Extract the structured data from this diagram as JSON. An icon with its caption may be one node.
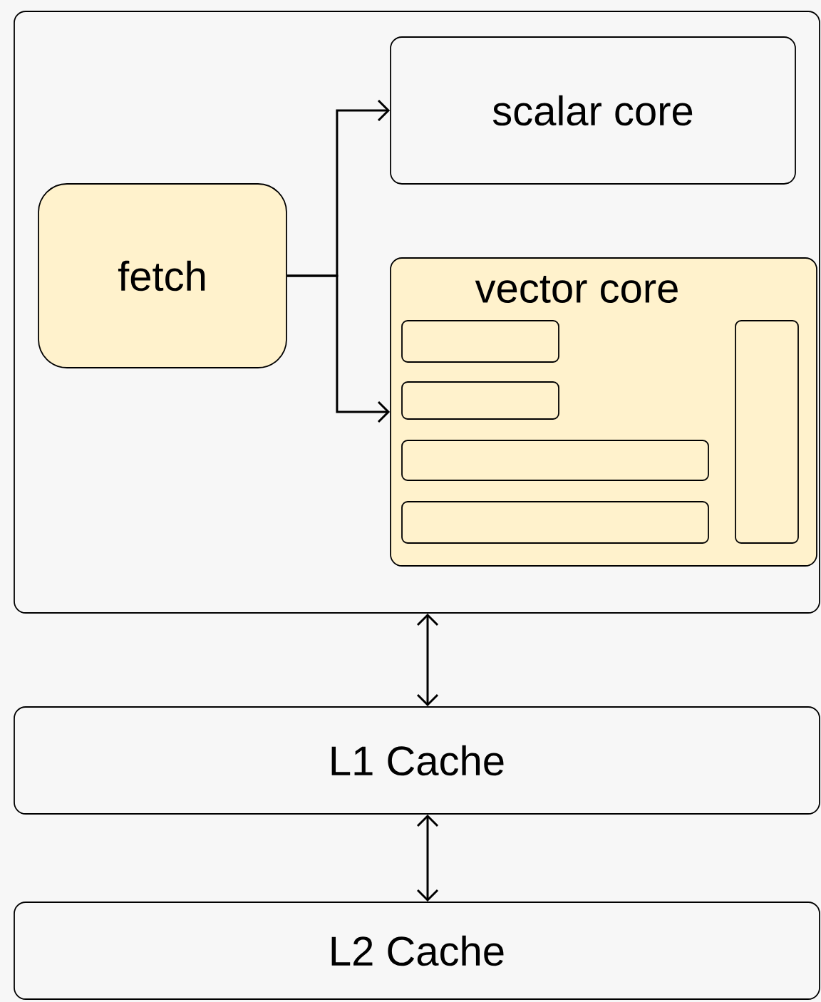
{
  "diagram": {
    "nodes": [
      {
        "text": [],
        "shape": "box"
      },
      {
        "text": [
          "fetch"
        ],
        "in": 0
      },
      {
        "text": [
          "scalar core"
        ],
        "in": 0
      },
      {
        "text": [
          "vector core"
        ],
        "in": 0
      },
      {
        "text": [],
        "shape": "box",
        "in": 3
      },
      {
        "text": [],
        "shape": "box",
        "in": 3
      },
      {
        "text": [],
        "shape": "box",
        "in": 3
      },
      {
        "text": [],
        "shape": "box",
        "in": 3
      },
      {
        "text": [],
        "shape": "box",
        "in": 3
      },
      {
        "text": [
          "L1 Cache"
        ]
      },
      {
        "text": [
          "L2 Cache"
        ]
      }
    ],
    "edges": [
      {
        "from": 1,
        "to": 2,
        "arrow": "to"
      },
      {
        "from": 1,
        "to": 3,
        "arrow": "to"
      },
      {
        "from": 0,
        "to": 9,
        "arrow": "both"
      },
      {
        "from": 9,
        "to": 10,
        "arrow": "both"
      }
    ]
  }
}
